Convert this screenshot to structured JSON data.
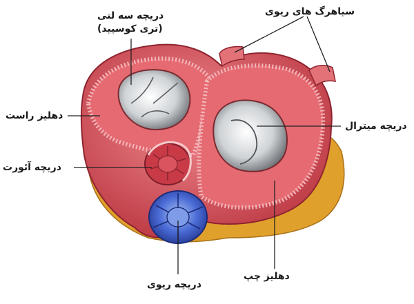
{
  "labels": {
    "tricuspid_line1": "دریچه سه لتی",
    "tricuspid_line2": "(تری کوسپید)",
    "pulmonary_veins": "سیاهرگ های ریوی",
    "right_atrium": "دهلیز راست",
    "mitral_valve": "دریچه میترال",
    "aortic_valve": "دریچه آئورت",
    "left_atrium": "دهلیز چپ",
    "pulmonary_valve": "دریچه ریوی"
  },
  "colors": {
    "heart_tissue": "#d9545e",
    "fat": "#e0a02c",
    "valve_opening": "#e6e6e6",
    "pulmonary_valve": "#3a57c4",
    "leader_line": "#222222"
  }
}
